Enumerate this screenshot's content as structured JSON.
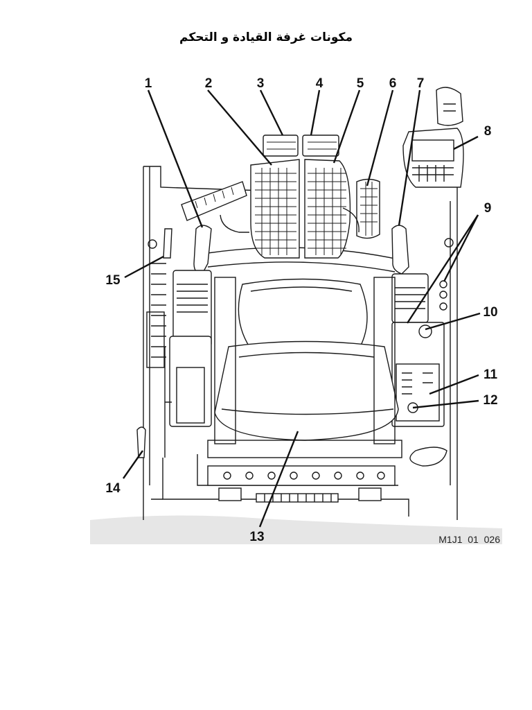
{
  "page": {
    "title": "مكونات غرفة القيادة و التحكم"
  },
  "diagram": {
    "callouts": [
      "1",
      "2",
      "3",
      "4",
      "5",
      "6",
      "7",
      "8",
      "9",
      "10",
      "11",
      "12",
      "13",
      "14",
      "15"
    ],
    "figure_code": "M1J1_01_026"
  }
}
